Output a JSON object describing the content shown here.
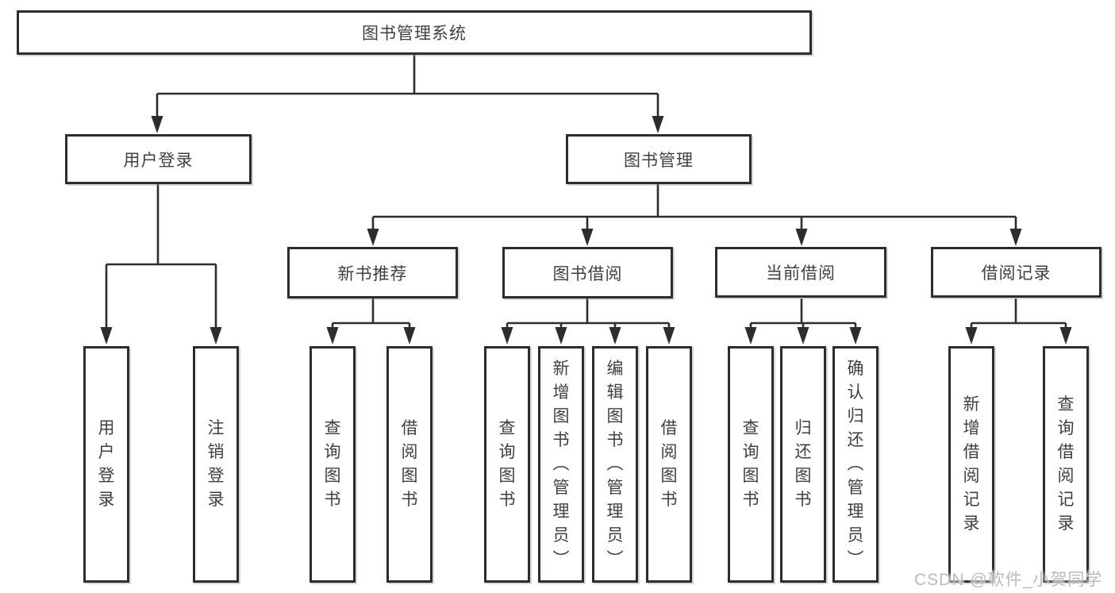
{
  "diagram": {
    "title": "图书管理系统",
    "watermark": "CSDN @软件_小贺同学",
    "colors": {
      "background": "#ffffff",
      "line": "#2d2d2d",
      "box_border": "#2d2d2d",
      "text": "#3f3f3f",
      "watermark_text": "#b6b6b6"
    },
    "nodes": {
      "root": {
        "label": "图书管理系统"
      },
      "user_login_branch": {
        "label": "用户登录"
      },
      "book_mgmt_branch": {
        "label": "图书管理"
      },
      "new_book_rec": {
        "label": "新书推荐"
      },
      "book_borrow": {
        "label": "图书借阅"
      },
      "current_borrow": {
        "label": "当前借阅"
      },
      "borrow_records": {
        "label": "借阅记录"
      },
      "leaf_user_login": {
        "label": "用户登录"
      },
      "leaf_logout": {
        "label": "注销登录"
      },
      "leaf_rec_query_books": {
        "label": "查询图书"
      },
      "leaf_rec_borrow_books": {
        "label": "借阅图书"
      },
      "leaf_bb_query_books": {
        "label": "查询图书"
      },
      "leaf_bb_add_books": {
        "label": "新增图书（管理员）"
      },
      "leaf_bb_edit_books": {
        "label": "编辑图书（管理员）"
      },
      "leaf_bb_borrow_books": {
        "label": "借阅图书"
      },
      "leaf_cb_query_books": {
        "label": "查询图书"
      },
      "leaf_cb_return_books": {
        "label": "归还图书"
      },
      "leaf_cb_confirm_return": {
        "label": "确认归还（管理员）"
      },
      "leaf_br_add_record": {
        "label": "新增借阅记录"
      },
      "leaf_br_query_record": {
        "label": "查询借阅记录"
      }
    },
    "hierarchy": {
      "图书管理系统": {
        "用户登录": [
          "用户登录",
          "注销登录"
        ],
        "图书管理": {
          "新书推荐": [
            "查询图书",
            "借阅图书"
          ],
          "图书借阅": [
            "查询图书",
            "新增图书（管理员）",
            "编辑图书（管理员）",
            "借阅图书"
          ],
          "当前借阅": [
            "查询图书",
            "归还图书",
            "确认归还（管理员）"
          ],
          "借阅记录": [
            "新增借阅记录",
            "查询借阅记录"
          ]
        }
      }
    }
  }
}
